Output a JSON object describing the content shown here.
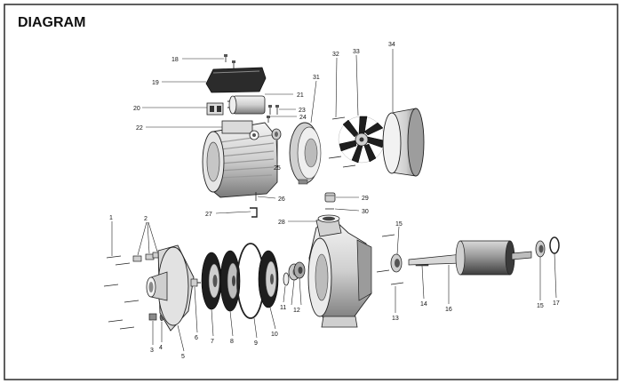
{
  "title": "DIAGRAM",
  "callouts": [
    "1",
    "2",
    "3",
    "4",
    "5",
    "6",
    "7",
    "8",
    "9",
    "10",
    "11",
    "12",
    "13",
    "14",
    "15",
    "15",
    "16",
    "17",
    "18",
    "19",
    "20",
    "21",
    "22",
    "23",
    "24",
    "25",
    "26",
    "27",
    "28",
    "29",
    "30",
    "31",
    "32",
    "33",
    "34"
  ],
  "colors": {
    "border": "#2a2a2a",
    "text": "#111111",
    "part_light": "#eeeeee",
    "part_mid": "#bdbdbd",
    "part_dark": "#555555",
    "part_black": "#1e1e1e"
  }
}
